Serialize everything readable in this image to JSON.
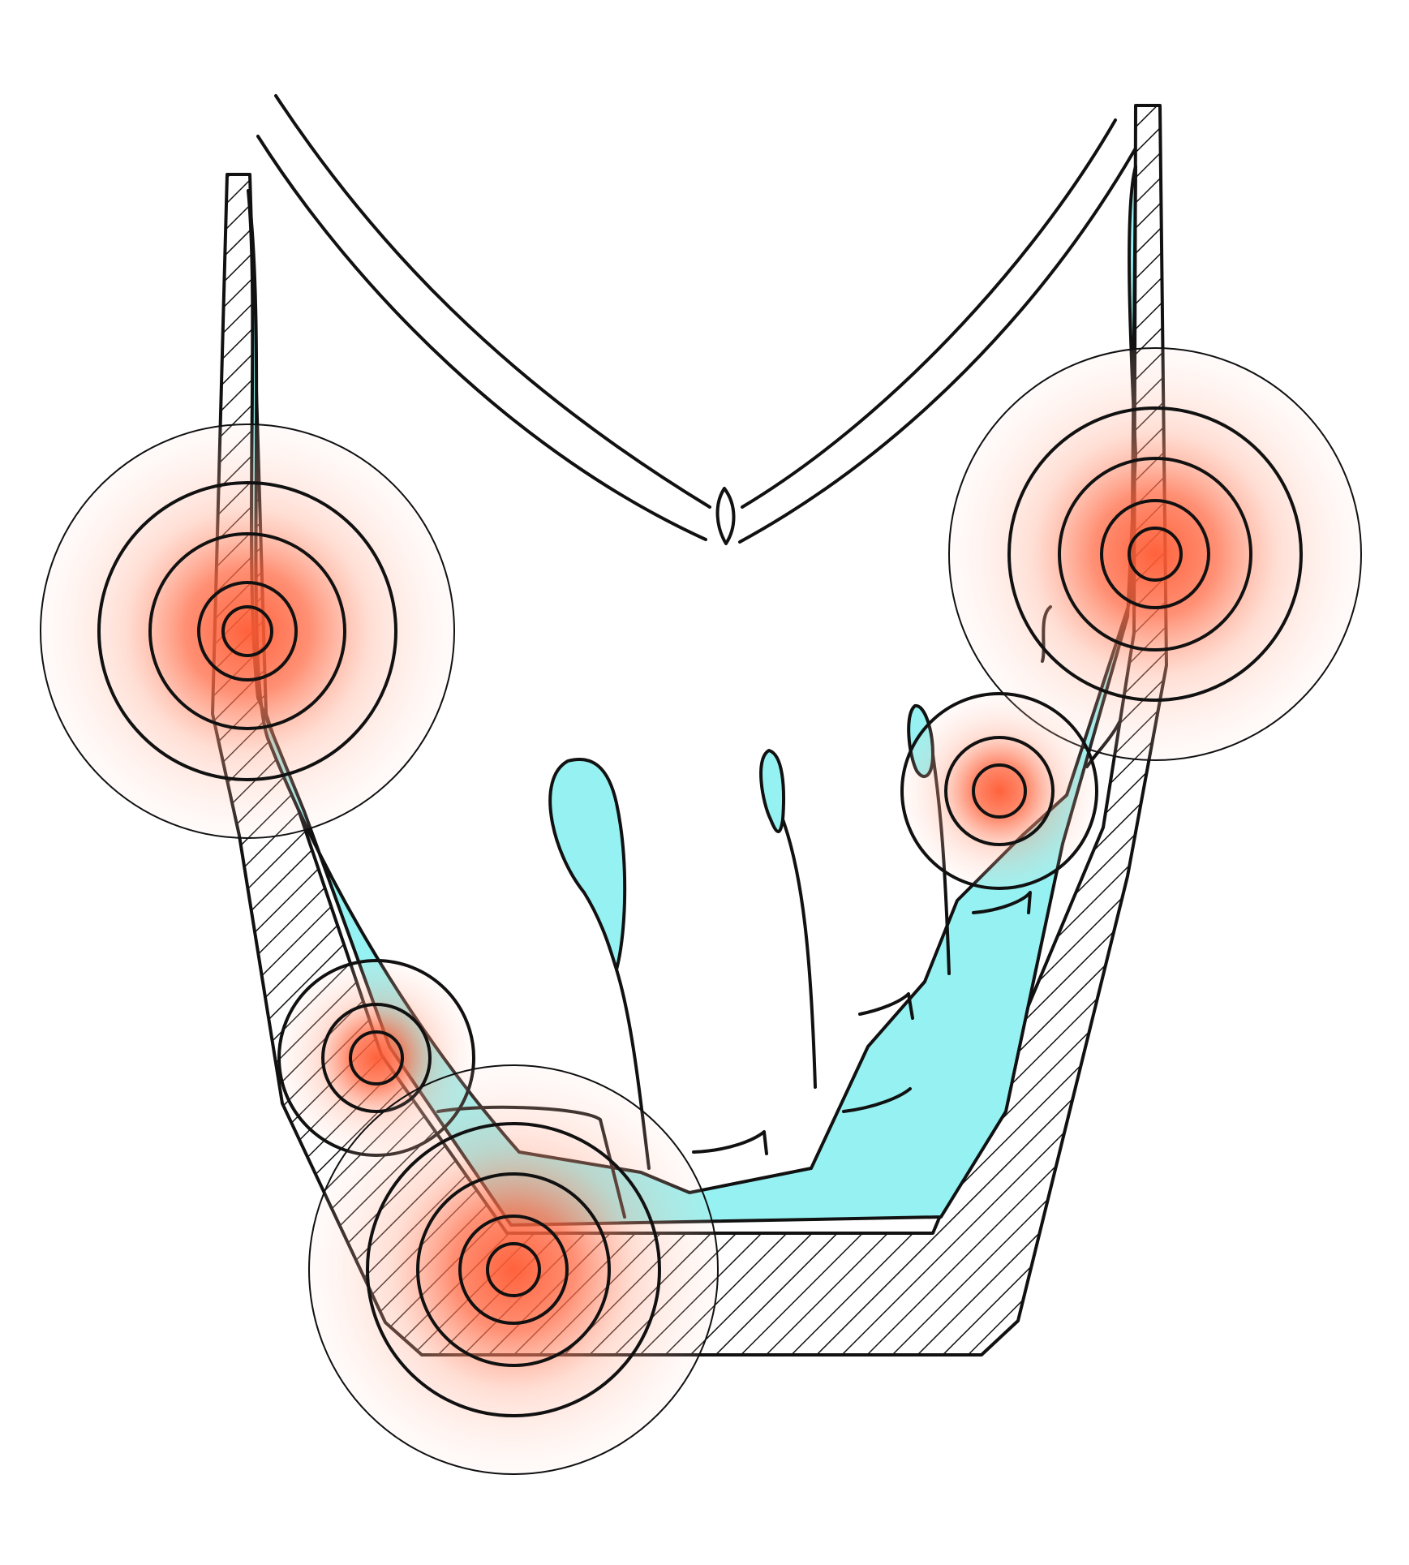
{
  "colors": {
    "background": "#ffffff",
    "ink": "#111111",
    "fluid": "#96f2f2",
    "pain_core": "#ff5a32",
    "pain_halo": "#ffc8b4"
  },
  "pain_points": [
    {
      "id": "left-upper",
      "rings": 3,
      "intensity": 1.0
    },
    {
      "id": "right-upper",
      "rings": 3,
      "intensity": 1.0
    },
    {
      "id": "right-middle",
      "rings": 2,
      "intensity": 0.8
    },
    {
      "id": "left-lower",
      "rings": 2,
      "intensity": 0.8
    },
    {
      "id": "bottom-left",
      "rings": 3,
      "intensity": 1.0
    }
  ]
}
